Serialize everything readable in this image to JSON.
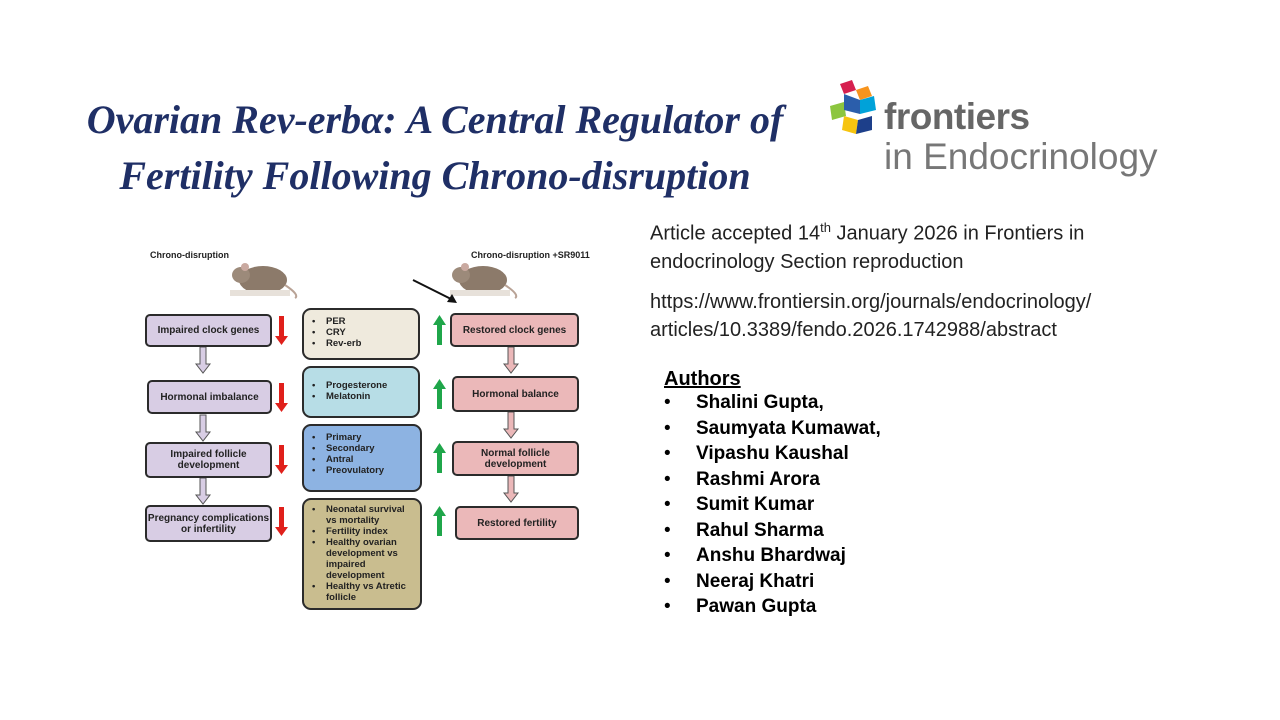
{
  "title": {
    "line1": "Ovarian Rev-erbα: A Central Regulator of",
    "line2": "Fertility Following Chrono-disruption"
  },
  "logo": {
    "brand": "frontiers",
    "journal": "in Endocrinology",
    "colors": [
      "#d6204f",
      "#8cc63f",
      "#f7941d",
      "#00a2d9",
      "#2b5eab",
      "#f6c40f"
    ]
  },
  "article": {
    "accepted_prefix": "Article accepted 14",
    "accepted_sup": "th",
    "accepted_suffix": " January 2026 in Frontiers in",
    "accepted_line2": "endocrinology Section reproduction",
    "url_line1": "https://www.frontiersin.org/journals/endocrinology/",
    "url_line2": "articles/10.3389/fendo.2026.1742988/abstract"
  },
  "authors": {
    "heading": "Authors",
    "names": [
      "Shalini Gupta,",
      "Saumyata Kumawat,",
      "Vipashu Kaushal",
      "Rashmi Arora",
      "Sumit Kumar",
      "Rahul Sharma",
      " Anshu Bhardwaj",
      "Neeraj Khatri",
      "Pawan Gupta"
    ]
  },
  "figure": {
    "left_label": "Chrono-disruption",
    "right_label": "Chrono-disruption +SR9011",
    "left_boxes": [
      "Impaired clock genes",
      "Hormonal imbalance",
      "Impaired follicle development",
      "Pregnancy complications or infertility"
    ],
    "right_boxes": [
      "Restored clock genes",
      "Hormonal balance",
      "Normal follicle development",
      "Restored fertility"
    ],
    "middle_boxes": [
      {
        "items": [
          "PER",
          "CRY",
          "Rev-erb"
        ],
        "color": "#efeadd"
      },
      {
        "items": [
          "Progesterone",
          "Melatonin"
        ],
        "color": "#b7dde6"
      },
      {
        "items": [
          "Primary",
          "Secondary",
          "Antral",
          "Preovulatory"
        ],
        "color": "#8db3e2"
      },
      {
        "items": [
          "Neonatal survival vs mortality",
          "Fertility index",
          "Healthy ovarian development vs impaired development",
          "Healthy vs Atretic follicle"
        ],
        "color": "#c9bd8f"
      }
    ],
    "down_arrow_color": "#e0201b",
    "up_arrow_color": "#1fa64a"
  }
}
